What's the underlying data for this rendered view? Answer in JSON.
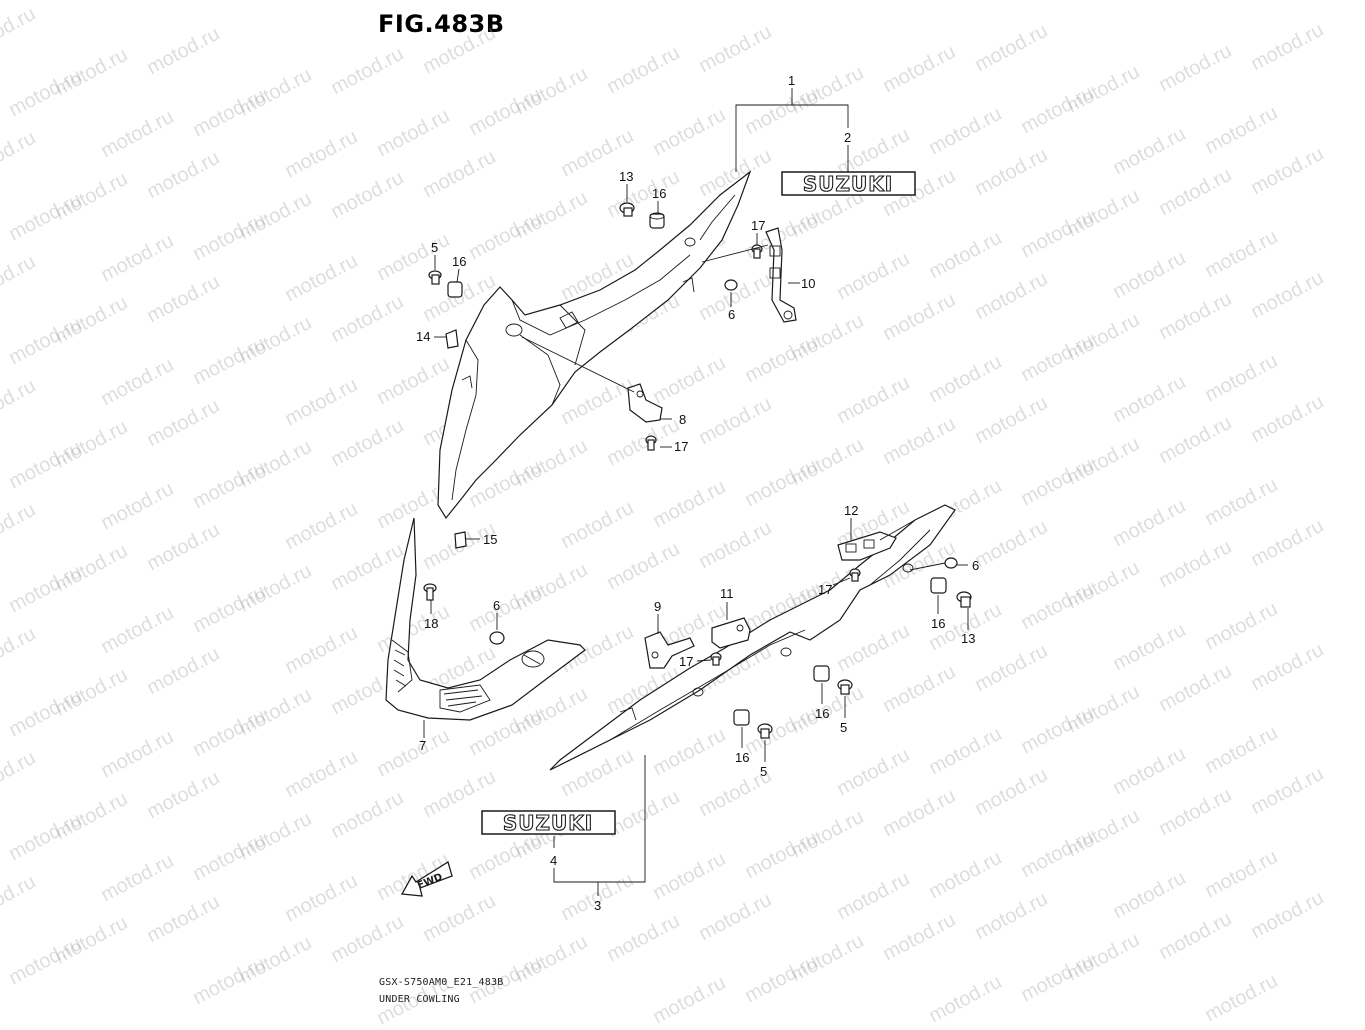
{
  "figure": {
    "title": "FIG.483B",
    "code": "GSX-S750AM0_E21_483B",
    "name": "UNDER COWLING"
  },
  "watermark": "motod.ru",
  "brand_emblem": "SUZUKI",
  "direction_badge": "FWD",
  "callouts": {
    "c1": "1",
    "c2": "2",
    "c3": "3",
    "c4": "4",
    "c5a": "5",
    "c5b": "5",
    "c5c": "5",
    "c6a": "6",
    "c6b": "6",
    "c6c": "6",
    "c7": "7",
    "c8": "8",
    "c9": "9",
    "c10": "10",
    "c11": "11",
    "c12": "12",
    "c13a": "13",
    "c13b": "13",
    "c14": "14",
    "c15": "15",
    "c16a": "16",
    "c16b": "16",
    "c16c": "16",
    "c16d": "16",
    "c16e": "16",
    "c17a": "17",
    "c17b": "17",
    "c17c": "17",
    "c17d": "17",
    "c18": "18"
  }
}
